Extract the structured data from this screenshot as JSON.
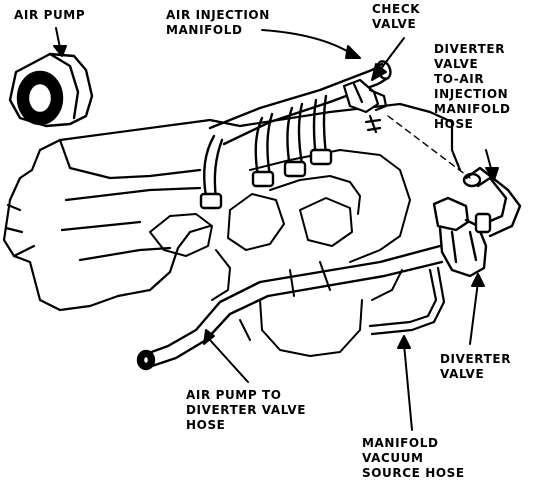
{
  "labels": {
    "air_pump": "AIR PUMP",
    "air_injection_manifold": [
      "AIR INJECTION",
      "MANIFOLD"
    ],
    "check_valve": [
      "CHECK",
      "VALVE"
    ],
    "diverter_hose": [
      "DIVERTER",
      "VALVE",
      "TO-AIR",
      "INJECTION",
      "MANIFOLD",
      "HOSE"
    ],
    "diverter_valve": [
      "DIVERTER",
      "VALVE"
    ],
    "air_pump_hose": [
      "AIR PUMP TO",
      "DIVERTER VALVE",
      "HOSE"
    ],
    "vacuum_hose": [
      "MANIFOLD",
      "VACUUM",
      "SOURCE HOSE"
    ]
  },
  "colors": {
    "ink": "#000000",
    "paper": "#ffffff"
  }
}
